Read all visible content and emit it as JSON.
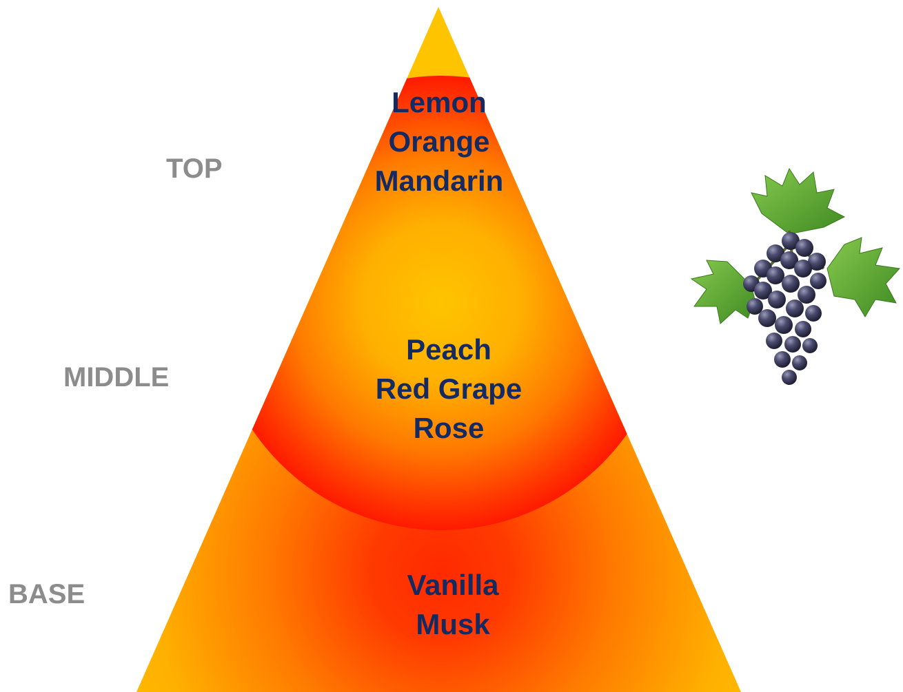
{
  "tiers": {
    "top": {
      "label": "TOP",
      "notes": [
        "Lemon",
        "Orange",
        "Mandarin"
      ]
    },
    "middle": {
      "label": "MIDDLE",
      "notes": [
        "Peach",
        "Red Grape",
        "Rose"
      ]
    },
    "base": {
      "label": "BASE",
      "notes": [
        "Vanilla",
        "Musk"
      ]
    }
  },
  "colors": {
    "tier_label": "#8c8c8c",
    "note_text": "#142a63",
    "gradient_light": "#ffc400",
    "gradient_mid": "#ff7a00",
    "gradient_dark": "#ff1a00",
    "leaf": "#5aa832",
    "grape": "#4a4a6e"
  },
  "icons": {
    "grapes": "grape-bunch-icon"
  }
}
